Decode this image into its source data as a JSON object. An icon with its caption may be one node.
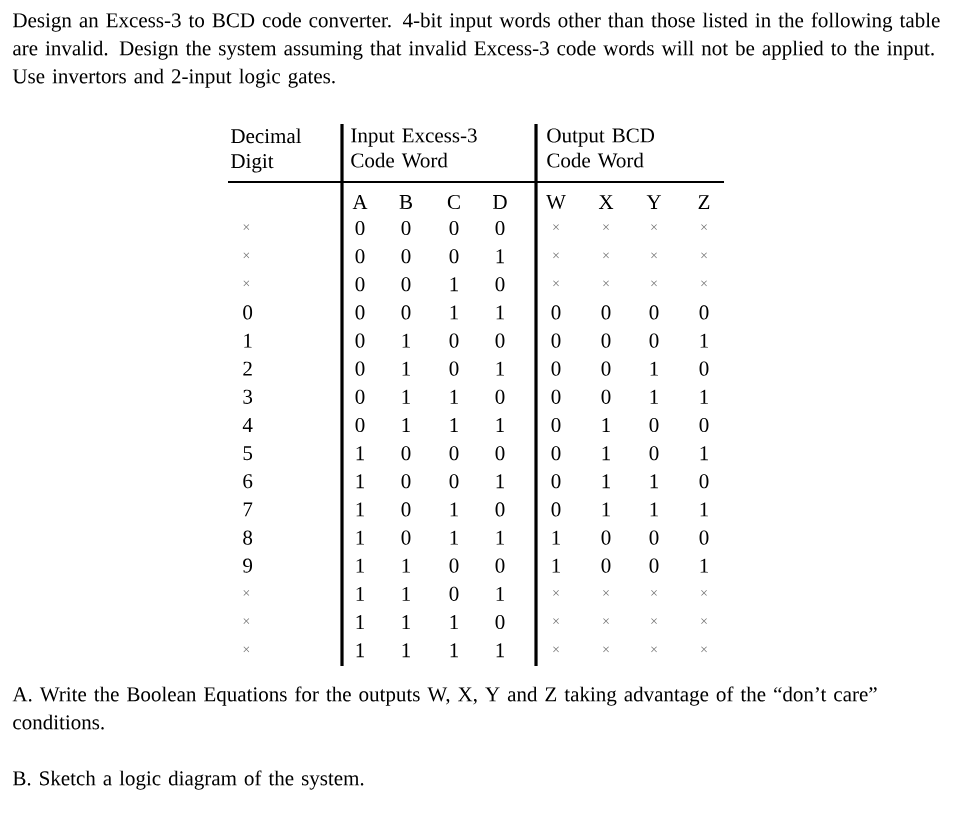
{
  "diagram": {
    "labels": [
      "Design an Excess-3 to BCD code converter. 4-bit input words other than those listed in the following table are invalid. Design the system assuming that invalid Excess-3 code words will not be applied to the input. Use invertors and 2-input logic gates.",
      "Decimal Digit",
      "Input Excess-3 Code Word",
      "Output BCD Code Word",
      "A",
      "B",
      "C",
      "D",
      "W",
      "X",
      "Y",
      "Z",
      "×",
      "0",
      "0",
      "0",
      "0",
      "×",
      "×",
      "×",
      "×",
      "×",
      "0",
      "0",
      "0",
      "1",
      "×",
      "×",
      "×",
      "×",
      "×",
      "0",
      "0",
      "1",
      "0",
      "×",
      "×",
      "×",
      "×",
      "0",
      "0",
      "0",
      "1",
      "1",
      "0",
      "0",
      "0",
      "0",
      "1",
      "0",
      "1",
      "0",
      "0",
      "0",
      "0",
      "0",
      "1",
      "2",
      "0",
      "1",
      "0",
      "1",
      "0",
      "0",
      "1",
      "0",
      "3",
      "0",
      "1",
      "1",
      "0",
      "0",
      "0",
      "1",
      "1",
      "4",
      "0",
      "1",
      "1",
      "1",
      "0",
      "1",
      "0",
      "0",
      "5",
      "1",
      "0",
      "0",
      "0",
      "0",
      "1",
      "0",
      "1",
      "6",
      "1",
      "0",
      "0",
      "1",
      "0",
      "1",
      "1",
      "0",
      "7",
      "1",
      "0",
      "1",
      "0",
      "0",
      "1",
      "1",
      "1",
      "8",
      "1",
      "0",
      "1",
      "1",
      "1",
      "0",
      "0",
      "0",
      "9",
      "1",
      "1",
      "0",
      "0",
      "1",
      "0",
      "0",
      "1",
      "×",
      "1",
      "1",
      "0",
      "1",
      "×",
      "×",
      "×",
      "×",
      "×",
      "1",
      "1",
      "1",
      "0",
      "×",
      "×",
      "×",
      "×",
      "×",
      "1",
      "1",
      "1",
      "1",
      "×",
      "×",
      "×",
      "×",
      "A. Write the Boolean Equations for the outputs W, X, Y and Z taking advantage of the “don’t care” conditions.",
      "B. Sketch a logic diagram of the system."
    ]
  }
}
